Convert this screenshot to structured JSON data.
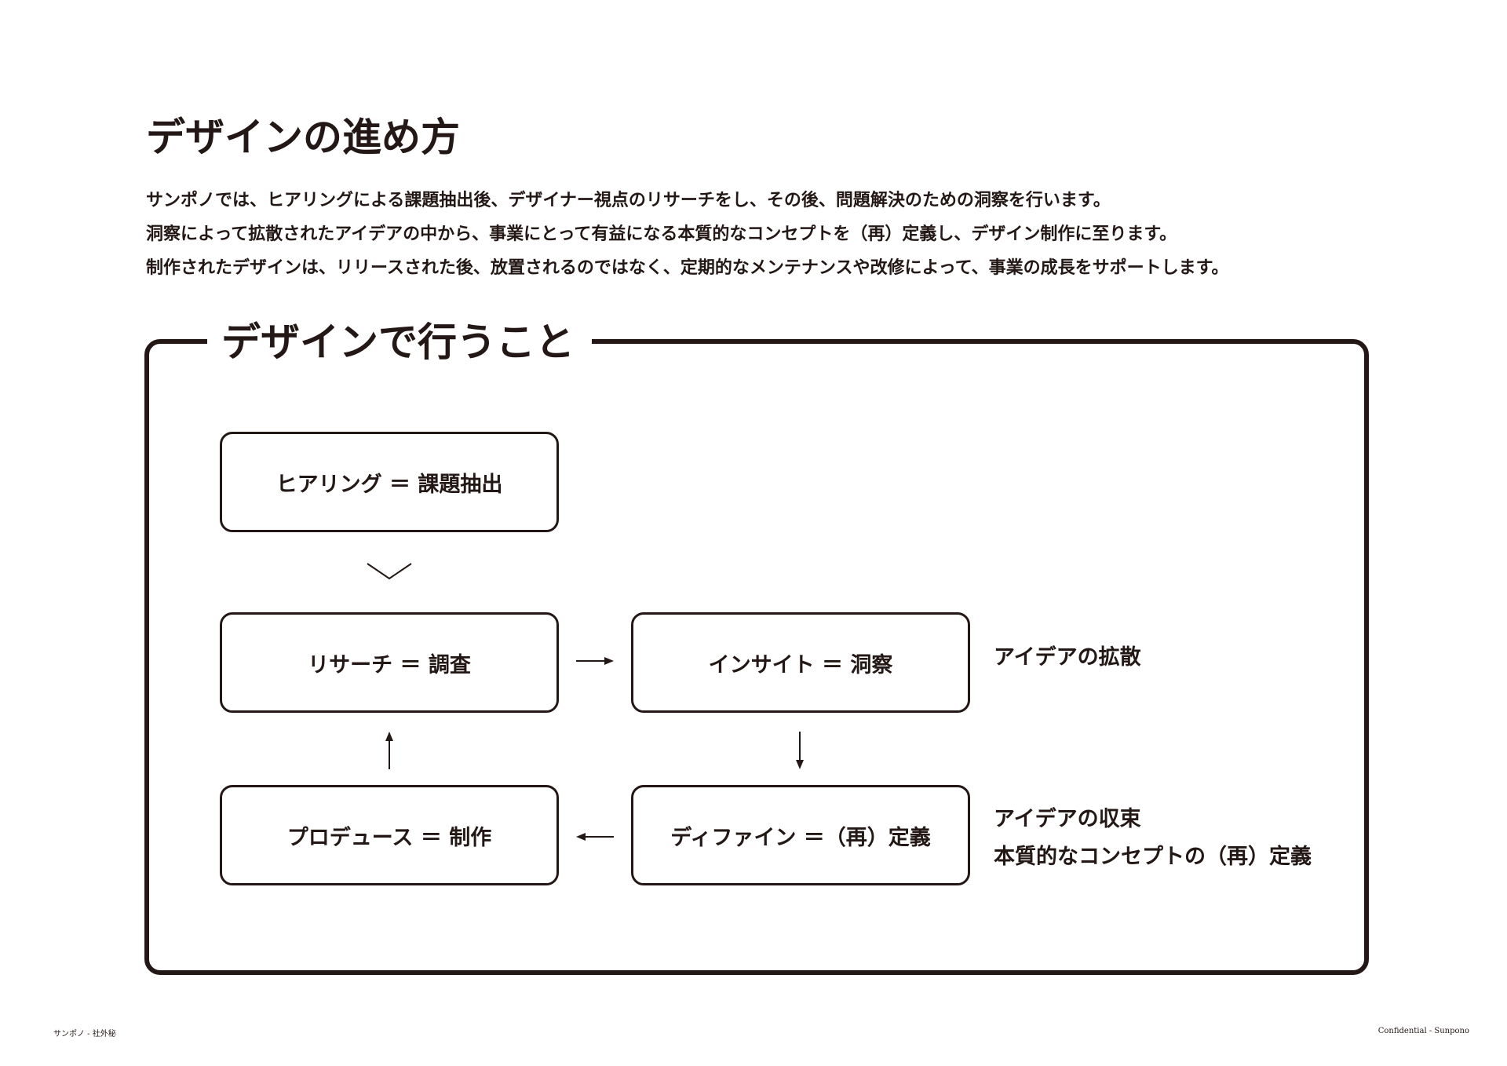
{
  "page": {
    "title": "デザインの進め方",
    "intro_lines": [
      "サンポノでは、ヒアリングによる課題抽出後、デザイナー視点のリサーチをし、その後、問題解決のための洞察を行います。",
      "洞察によって拡散されたアイデアの中から、事業にとって有益になる本質的なコンセプトを（再）定義し、デザイン制作に至ります。",
      "制作されたデザインは、リリースされた後、放置されるのではなく、定期的なメンテナンスや改修によって、事業の成長をサポートします。"
    ]
  },
  "section": {
    "title": "デザインで行うこと"
  },
  "steps": {
    "hearing": "ヒアリング ＝ 課題抽出",
    "research": "リサーチ ＝ 調査",
    "insight": "インサイト ＝ 洞察",
    "define": "ディファイン ＝（再）定義",
    "produce": "プロデュース ＝ 制作"
  },
  "notes": {
    "diverge": "アイデアの拡散",
    "converge_line1": "アイデアの収束",
    "converge_line2": "本質的なコンセプトの（再）定義"
  },
  "footer": {
    "left": "サンポノ - 社外秘",
    "right": "Confidential - Sunpono"
  },
  "colors": {
    "ink": "#231815",
    "background": "#ffffff"
  }
}
